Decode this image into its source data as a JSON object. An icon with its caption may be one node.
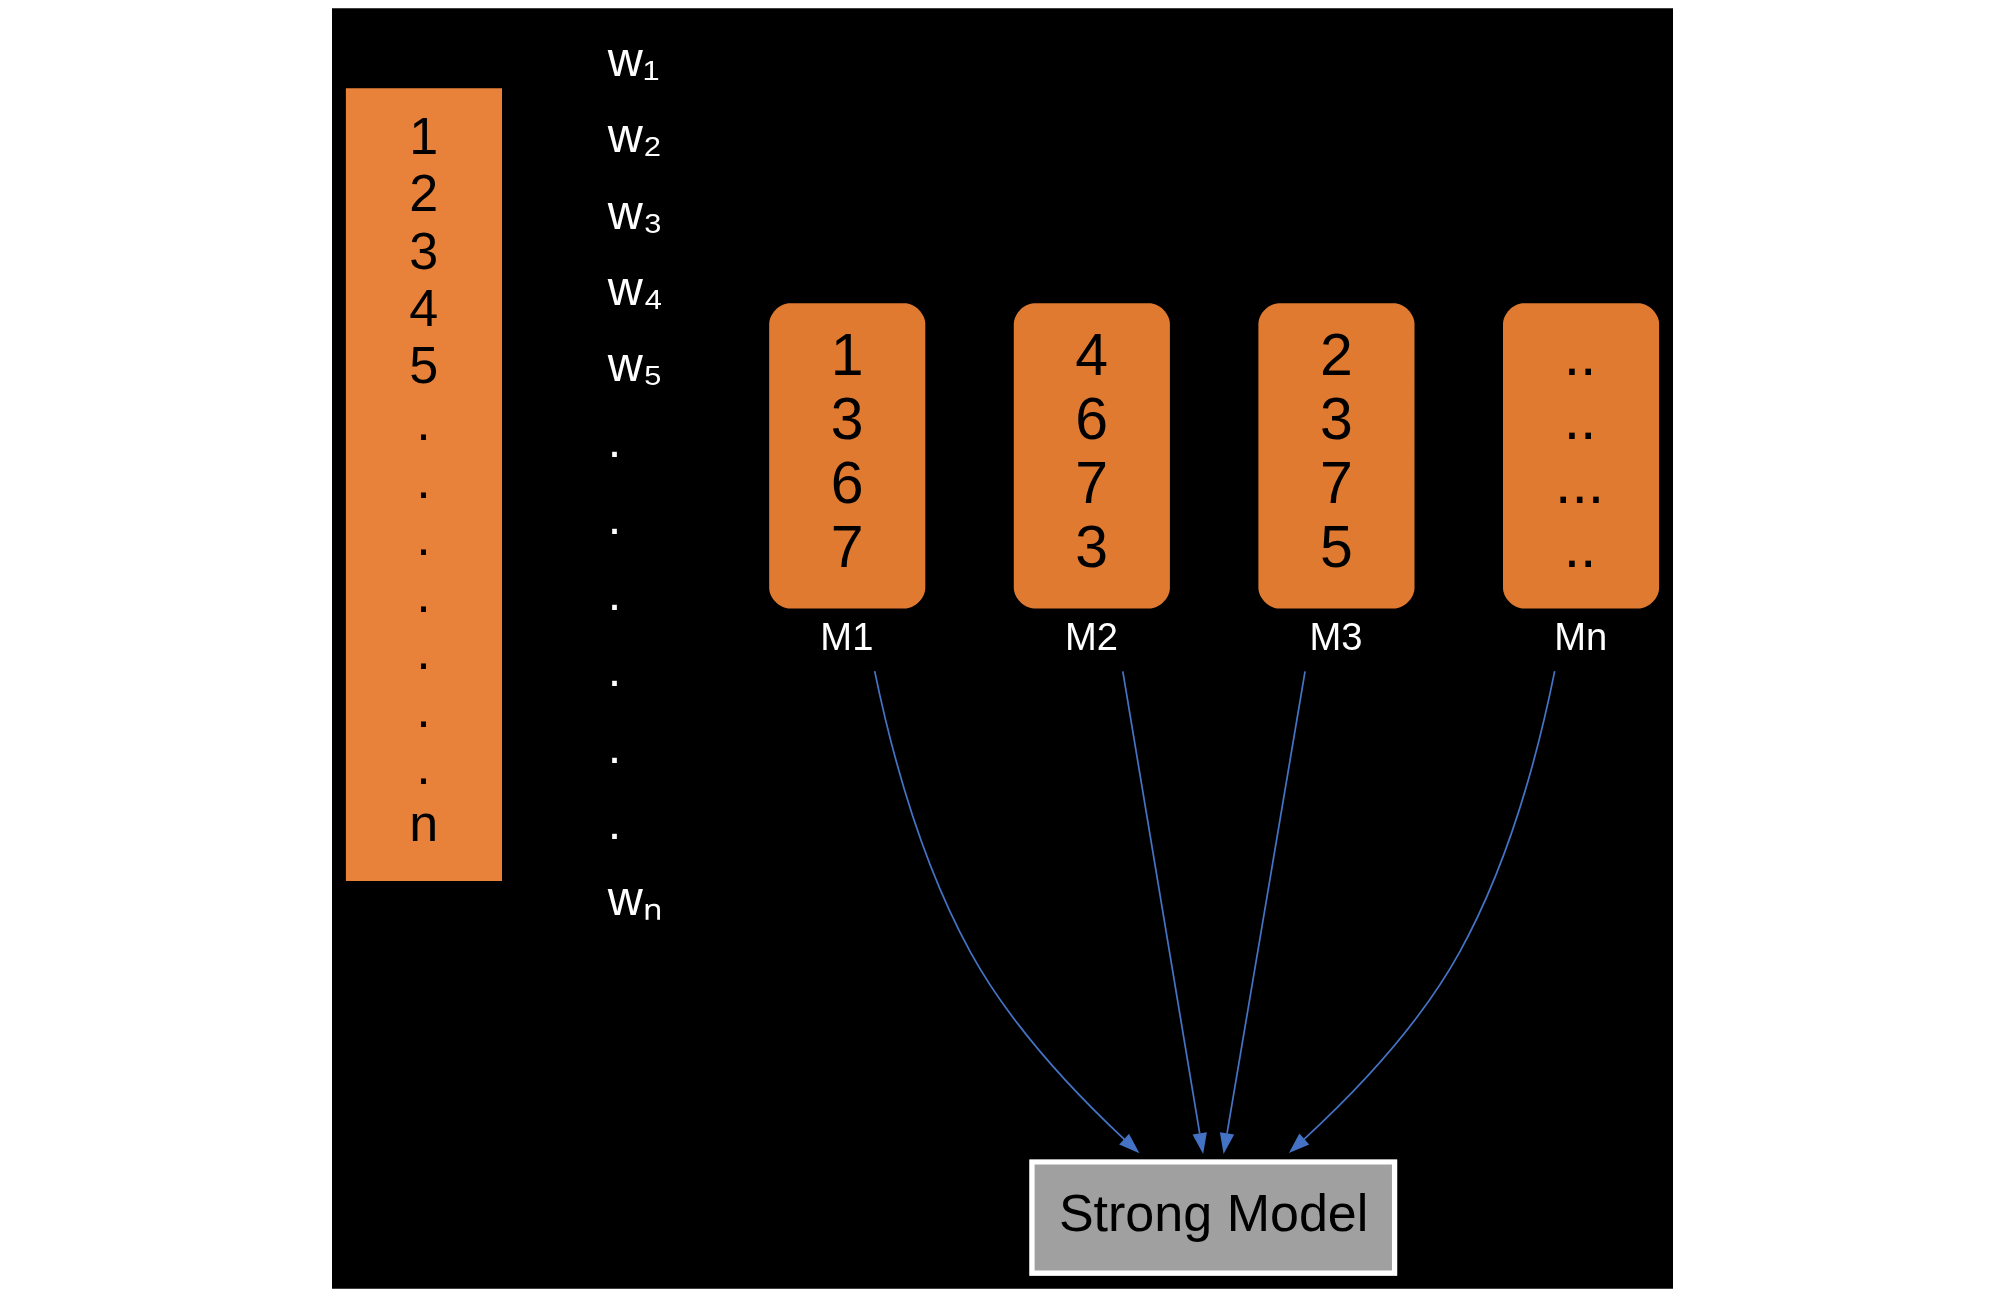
{
  "diagram": {
    "nodes": [
      {
        "text": [
          "1",
          "2",
          "3",
          "4",
          "5",
          ".",
          ".",
          ".",
          ".",
          ".",
          ".",
          ".",
          "n"
        ]
      },
      {
        "text": [
          "1",
          "3",
          "6",
          "7"
        ],
        "beside": [
          "M1"
        ]
      },
      {
        "text": [
          "4",
          "6",
          "7",
          "3"
        ],
        "beside": [
          "M2"
        ]
      },
      {
        "text": [
          "2",
          "3",
          "7",
          "5"
        ],
        "beside": [
          "M3"
        ]
      },
      {
        "text": [
          "..",
          "..",
          "...",
          ".."
        ],
        "beside": [
          "Mn"
        ]
      },
      {
        "text": [
          "Strong Model"
        ]
      }
    ],
    "edges": [
      {
        "from": 1,
        "to": 5,
        "arrow": "to"
      },
      {
        "from": 2,
        "to": 5,
        "arrow": "to"
      },
      {
        "from": 3,
        "to": 5,
        "arrow": "to"
      },
      {
        "from": 4,
        "to": 5,
        "arrow": "to"
      }
    ],
    "labels": [
      "w₁",
      "w₂",
      "w₃",
      "w₄",
      "w₅",
      ".",
      ".",
      ".",
      ".",
      ".",
      ".",
      "wₙ"
    ]
  }
}
